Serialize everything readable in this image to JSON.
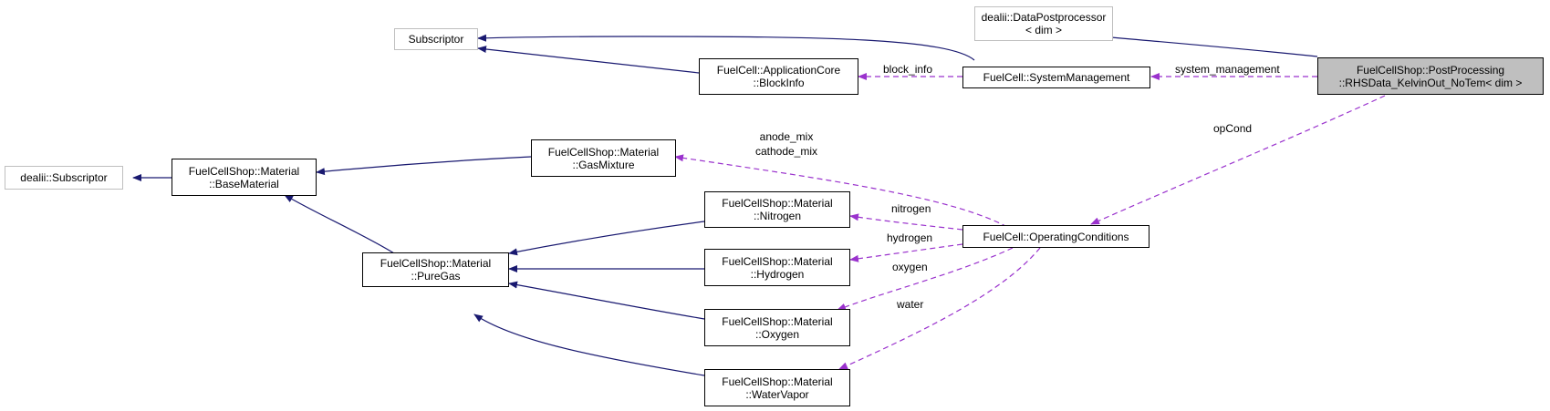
{
  "colors": {
    "inheritance": "#191970",
    "usage": "#9a32cd",
    "focus_fill": "#bfbfbf",
    "external_border": "#bfbfbf"
  },
  "nodes": {
    "subscriptor": {
      "line1": "Subscriptor",
      "line2": ""
    },
    "dealii_subscriptor": {
      "line1": "dealii::Subscriptor",
      "line2": ""
    },
    "data_postprocessor": {
      "line1": "dealii::DataPostprocessor",
      "line2": "< dim >"
    },
    "block_info": {
      "line1": "FuelCell::ApplicationCore",
      "line2": "::BlockInfo"
    },
    "system_management": {
      "line1": "FuelCell::SystemManagement",
      "line2": ""
    },
    "rhs_data": {
      "line1": "FuelCellShop::PostProcessing",
      "line2": "::RHSData_KelvinOut_NoTem< dim >"
    },
    "gas_mixture": {
      "line1": "FuelCellShop::Material",
      "line2": "::GasMixture"
    },
    "base_material": {
      "line1": "FuelCellShop::Material",
      "line2": "::BaseMaterial"
    },
    "pure_gas": {
      "line1": "FuelCellShop::Material",
      "line2": "::PureGas"
    },
    "nitrogen": {
      "line1": "FuelCellShop::Material",
      "line2": "::Nitrogen"
    },
    "hydrogen": {
      "line1": "FuelCellShop::Material",
      "line2": "::Hydrogen"
    },
    "oxygen": {
      "line1": "FuelCellShop::Material",
      "line2": "::Oxygen"
    },
    "water_vapor": {
      "line1": "FuelCellShop::Material",
      "line2": "::WaterVapor"
    },
    "operating_conditions": {
      "line1": "FuelCell::OperatingConditions",
      "line2": ""
    }
  },
  "edge_labels": {
    "block_info": "block_info",
    "system_management": "system_management",
    "opcond": "opCond",
    "anode_mix": "anode_mix",
    "cathode_mix": "cathode_mix",
    "nitrogen": "nitrogen",
    "hydrogen": "hydrogen",
    "oxygen": "oxygen",
    "water": "water"
  }
}
